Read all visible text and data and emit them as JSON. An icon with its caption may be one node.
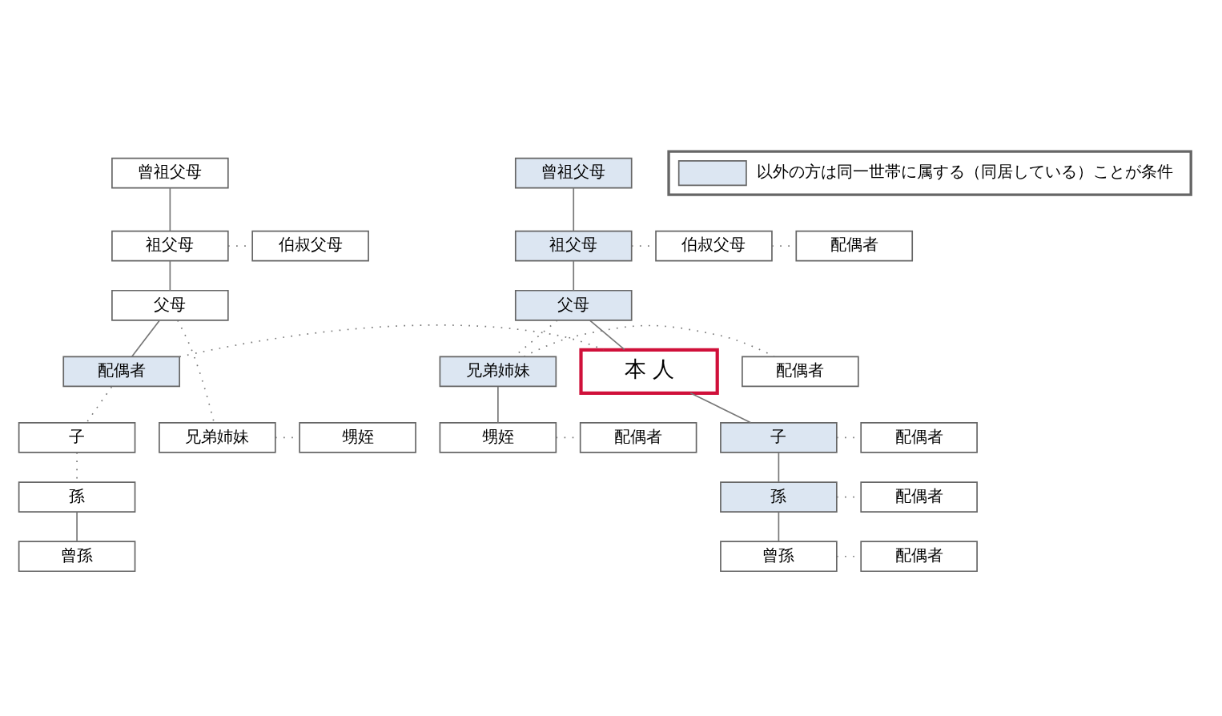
{
  "diagram": {
    "nodes": [
      {
        "text": [
          "曾祖父母"
        ]
      },
      {
        "text": [
          "祖父母"
        ]
      },
      {
        "text": [
          "伯叔父母"
        ]
      },
      {
        "text": [
          "父母"
        ]
      },
      {
        "text": [
          "甥姪"
        ]
      },
      {
        "text": [
          "兄弟姉妹"
        ]
      },
      {
        "text": [
          "配偶者"
        ]
      },
      {
        "text": [
          "曾祖父母"
        ]
      },
      {
        "text": [
          "祖父母"
        ]
      },
      {
        "text": [
          "父母"
        ]
      },
      {
        "text": [
          "伯叔父母"
        ]
      },
      {
        "text": [
          "配偶者"
        ]
      },
      {
        "text": [
          "兄弟姉妹"
        ]
      },
      {
        "text": [
          "配偶者"
        ]
      },
      {
        "text": [
          "甥姪"
        ]
      },
      {
        "text": [
          "配偶者"
        ]
      },
      {
        "text": [
          "本 人"
        ]
      },
      {
        "text": [
          "子"
        ]
      },
      {
        "text": [
          "孫"
        ]
      },
      {
        "text": [
          "曾孫"
        ]
      },
      {
        "text": [
          "子"
        ]
      },
      {
        "text": [
          "配偶者"
        ]
      },
      {
        "text": [
          "孫"
        ]
      },
      {
        "text": [
          "配偶者"
        ]
      },
      {
        "text": [
          "曾孫"
        ]
      },
      {
        "text": [
          "配偶者"
        ]
      }
    ],
    "edges": [
      {
        "from": 0,
        "to": 1,
        "arrow": "none"
      },
      {
        "from": 1,
        "to": 3,
        "arrow": "none"
      },
      {
        "from": 1,
        "to": 2,
        "arrow": "none",
        "style": "dashed"
      },
      {
        "from": 3,
        "to": 5,
        "arrow": "none",
        "style": "dashed"
      },
      {
        "from": 5,
        "to": 4,
        "arrow": "none",
        "style": "dashed"
      },
      {
        "from": 3,
        "to": 6,
        "arrow": "none"
      },
      {
        "from": 7,
        "to": 8,
        "arrow": "none"
      },
      {
        "from": 8,
        "to": 9,
        "arrow": "none"
      },
      {
        "from": 8,
        "to": 10,
        "arrow": "none",
        "style": "dashed"
      },
      {
        "from": 10,
        "to": 11,
        "arrow": "none",
        "style": "dashed"
      },
      {
        "from": 9,
        "to": 12,
        "arrow": "none",
        "style": "dashed"
      },
      {
        "from": 12,
        "to": 13,
        "arrow": "none",
        "style": "dashed"
      },
      {
        "from": 12,
        "to": 14,
        "arrow": "none"
      },
      {
        "from": 14,
        "to": 15,
        "arrow": "none",
        "style": "dashed"
      },
      {
        "from": 9,
        "to": 16,
        "arrow": "none"
      },
      {
        "from": 6,
        "to": 16,
        "arrow": "none",
        "style": "dashed"
      },
      {
        "from": 6,
        "to": 17,
        "arrow": "none",
        "style": "dashed"
      },
      {
        "from": 17,
        "to": 18,
        "arrow": "none",
        "style": "dashed"
      },
      {
        "from": 18,
        "to": 19,
        "arrow": "none"
      },
      {
        "from": 16,
        "to": 20,
        "arrow": "none"
      },
      {
        "from": 20,
        "to": 21,
        "arrow": "none",
        "style": "dashed"
      },
      {
        "from": 20,
        "to": 22,
        "arrow": "none"
      },
      {
        "from": 22,
        "to": 23,
        "arrow": "none",
        "style": "dashed"
      },
      {
        "from": 22,
        "to": 24,
        "arrow": "none"
      },
      {
        "from": 24,
        "to": 25,
        "arrow": "none",
        "style": "dashed"
      }
    ],
    "legend": [
      {
        "text": "以外の方は同一世帯に属する（同居している）ことが条件",
        "color": "#dce6f2"
      }
    ]
  }
}
